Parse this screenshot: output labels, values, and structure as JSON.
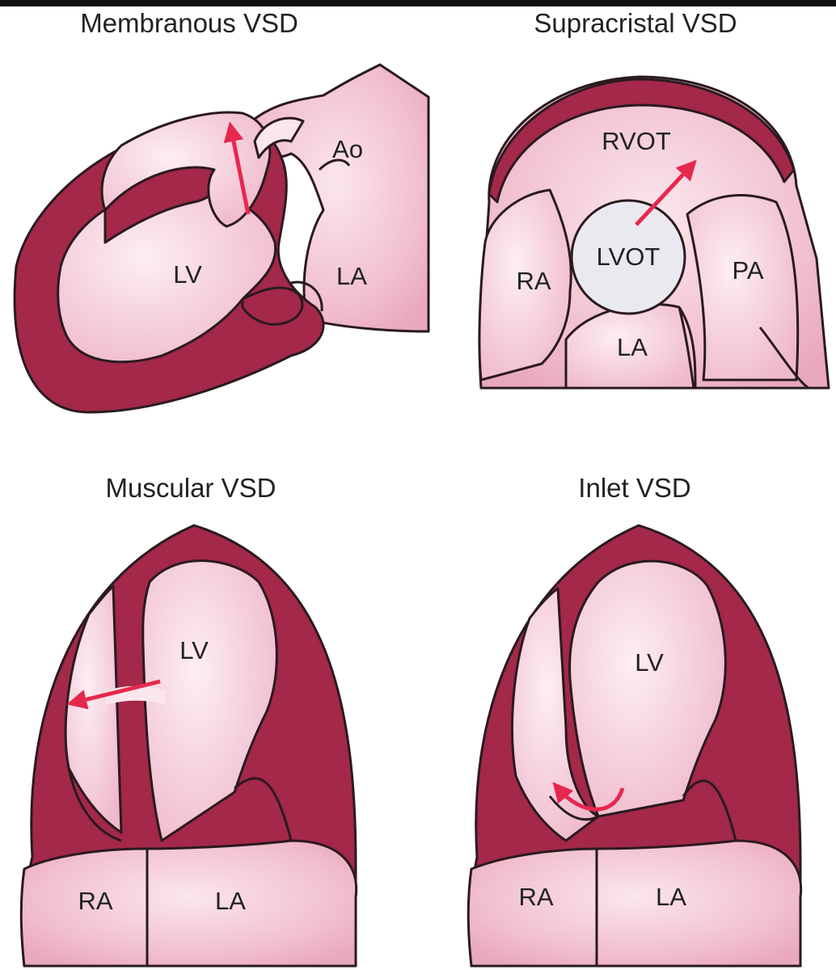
{
  "panels": [
    {
      "title": "Membranous VSD",
      "labels": {
        "ao": "Ao",
        "lv": "LV",
        "la": "LA"
      }
    },
    {
      "title": "Supracristal VSD",
      "labels": {
        "rvot": "RVOT",
        "lvot": "LVOT",
        "ra": "RA",
        "pa": "PA",
        "la": "LA"
      }
    },
    {
      "title": "Muscular VSD",
      "labels": {
        "lv": "LV",
        "ra": "RA",
        "la": "LA"
      }
    },
    {
      "title": "Inlet VSD",
      "labels": {
        "lv": "LV",
        "ra": "RA",
        "la": "LA"
      }
    }
  ],
  "colors": {
    "myocardium": "#a3284a",
    "chamber": "#f4c8d6",
    "chamber_light": "#fae3ea",
    "outline": "#2a1a1e",
    "arrow": "#e6284f",
    "lvot_fill": "#e9e9ef"
  }
}
